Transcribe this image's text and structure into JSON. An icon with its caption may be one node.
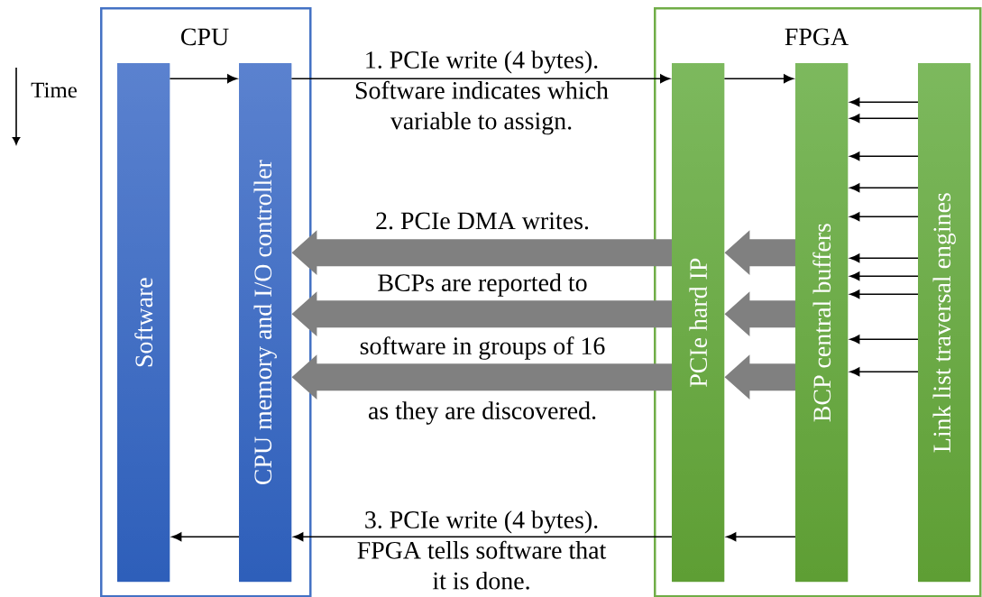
{
  "diagram": {
    "nodes": [
      {
        "text": [
          "CPU"
        ]
      },
      {
        "text": [
          "Software"
        ],
        "in": 0
      },
      {
        "text": [
          "CPU memory and I/O controller"
        ],
        "in": 0
      },
      {
        "text": [
          "FPGA"
        ]
      },
      {
        "text": [
          "PCIe hard IP"
        ],
        "in": 3
      },
      {
        "text": [
          "BCP central buffers"
        ],
        "in": 3
      },
      {
        "text": [
          "Link list traversal engines"
        ],
        "in": 3
      }
    ],
    "edges": [
      {
        "from": 1,
        "to": 2,
        "arrow": "to"
      },
      {
        "from": 2,
        "to": 4,
        "arrow": "to",
        "label": "1. PCIe write (4 bytes). Software indicates which variable to assign."
      },
      {
        "from": 4,
        "to": 5,
        "arrow": "to"
      },
      {
        "from": 6,
        "to": 5,
        "arrow": "to"
      },
      {
        "from": 6,
        "to": 5,
        "arrow": "to"
      },
      {
        "from": 6,
        "to": 5,
        "arrow": "to"
      },
      {
        "from": 6,
        "to": 5,
        "arrow": "to"
      },
      {
        "from": 6,
        "to": 5,
        "arrow": "to"
      },
      {
        "from": 6,
        "to": 5,
        "arrow": "to"
      },
      {
        "from": 6,
        "to": 5,
        "arrow": "to"
      },
      {
        "from": 6,
        "to": 5,
        "arrow": "to"
      },
      {
        "from": 6,
        "to": 5,
        "arrow": "to"
      },
      {
        "from": 6,
        "to": 5,
        "arrow": "to"
      },
      {
        "from": 5,
        "to": 4,
        "arrow": "to",
        "style": "thick",
        "color": "#808080"
      },
      {
        "from": 4,
        "to": 2,
        "arrow": "to",
        "style": "thick",
        "color": "#808080"
      },
      {
        "from": 5,
        "to": 4,
        "arrow": "to",
        "style": "thick",
        "color": "#808080"
      },
      {
        "from": 4,
        "to": 2,
        "arrow": "to",
        "style": "thick",
        "color": "#808080"
      },
      {
        "from": 5,
        "to": 4,
        "arrow": "to",
        "style": "thick",
        "color": "#808080"
      },
      {
        "from": 4,
        "to": 2,
        "arrow": "to",
        "style": "thick",
        "color": "#808080"
      },
      {
        "from": 5,
        "to": 4,
        "arrow": "to"
      },
      {
        "from": 4,
        "to": 2,
        "arrow": "to",
        "label": "3. PCIe write (4 bytes). FPGA tells software that it is done."
      },
      {
        "from": 2,
        "to": 1,
        "arrow": "to"
      }
    ],
    "labels": [
      "Time",
      "2. PCIe DMA writes.",
      "BCPs are reported to",
      "software in groups of 16",
      "as they are discovered."
    ]
  }
}
